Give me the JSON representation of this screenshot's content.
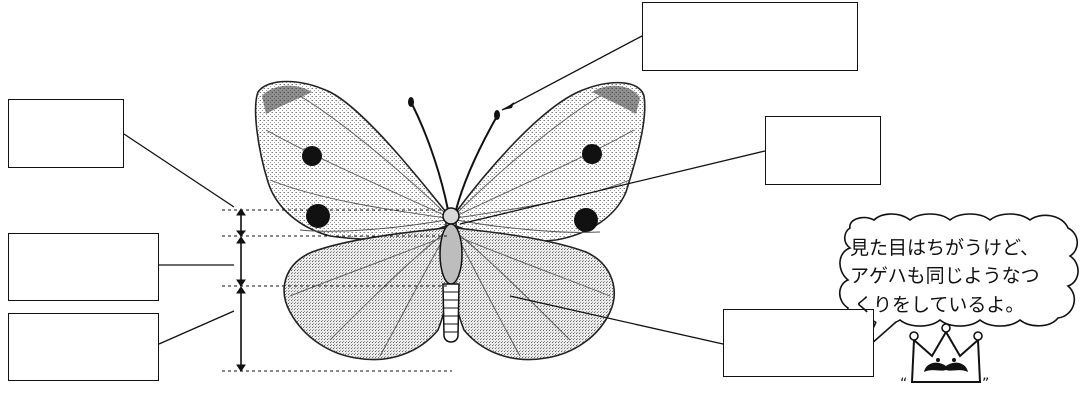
{
  "diagram": {
    "answer_boxes": [
      "",
      "",
      "",
      "",
      "",
      ""
    ],
    "speech_bubble": {
      "lines": [
        "見た目はちがうけど、",
        "アゲハも同じようなつ",
        "くりをしているよ。"
      ]
    },
    "mascot": "mustached-crown-mascot"
  }
}
